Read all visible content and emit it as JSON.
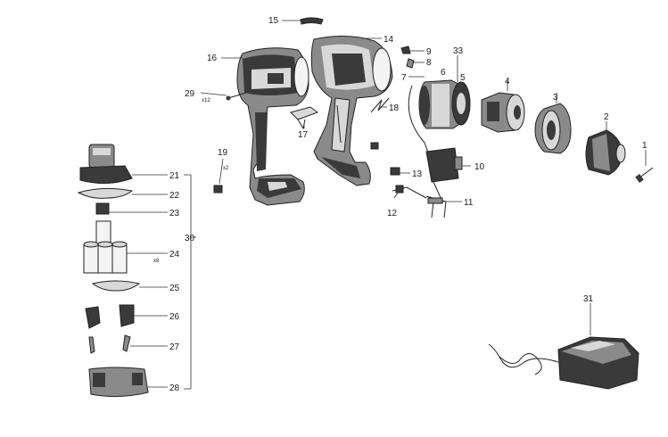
{
  "parts": [
    {
      "id": "part-1",
      "number": "1"
    },
    {
      "id": "part-2",
      "number": "2"
    },
    {
      "id": "part-3",
      "number": "3"
    },
    {
      "id": "part-4",
      "number": "4"
    },
    {
      "id": "part-5",
      "number": "5"
    },
    {
      "id": "part-6",
      "number": "6"
    },
    {
      "id": "part-7",
      "number": "7"
    },
    {
      "id": "part-8",
      "number": "8"
    },
    {
      "id": "part-9",
      "number": "9"
    },
    {
      "id": "part-10",
      "number": "10"
    },
    {
      "id": "part-11",
      "number": "11"
    },
    {
      "id": "part-12",
      "number": "12"
    },
    {
      "id": "part-13",
      "number": "13"
    },
    {
      "id": "part-14",
      "number": "14"
    },
    {
      "id": "part-15",
      "number": "15"
    },
    {
      "id": "part-16",
      "number": "16"
    },
    {
      "id": "part-17",
      "number": "17"
    },
    {
      "id": "part-18",
      "number": "18"
    },
    {
      "id": "part-19",
      "number": "19",
      "quantity": "x2"
    },
    {
      "id": "part-21",
      "number": "21"
    },
    {
      "id": "part-22",
      "number": "22"
    },
    {
      "id": "part-23",
      "number": "23"
    },
    {
      "id": "part-24",
      "number": "24",
      "quantity": "x8"
    },
    {
      "id": "part-25",
      "number": "25"
    },
    {
      "id": "part-26",
      "number": "26"
    },
    {
      "id": "part-27",
      "number": "27"
    },
    {
      "id": "part-28",
      "number": "28"
    },
    {
      "id": "part-29",
      "number": "29",
      "quantity": "x12"
    },
    {
      "id": "part-30",
      "number": "30"
    },
    {
      "id": "part-31",
      "number": "31"
    },
    {
      "id": "part-33",
      "number": "33"
    }
  ]
}
